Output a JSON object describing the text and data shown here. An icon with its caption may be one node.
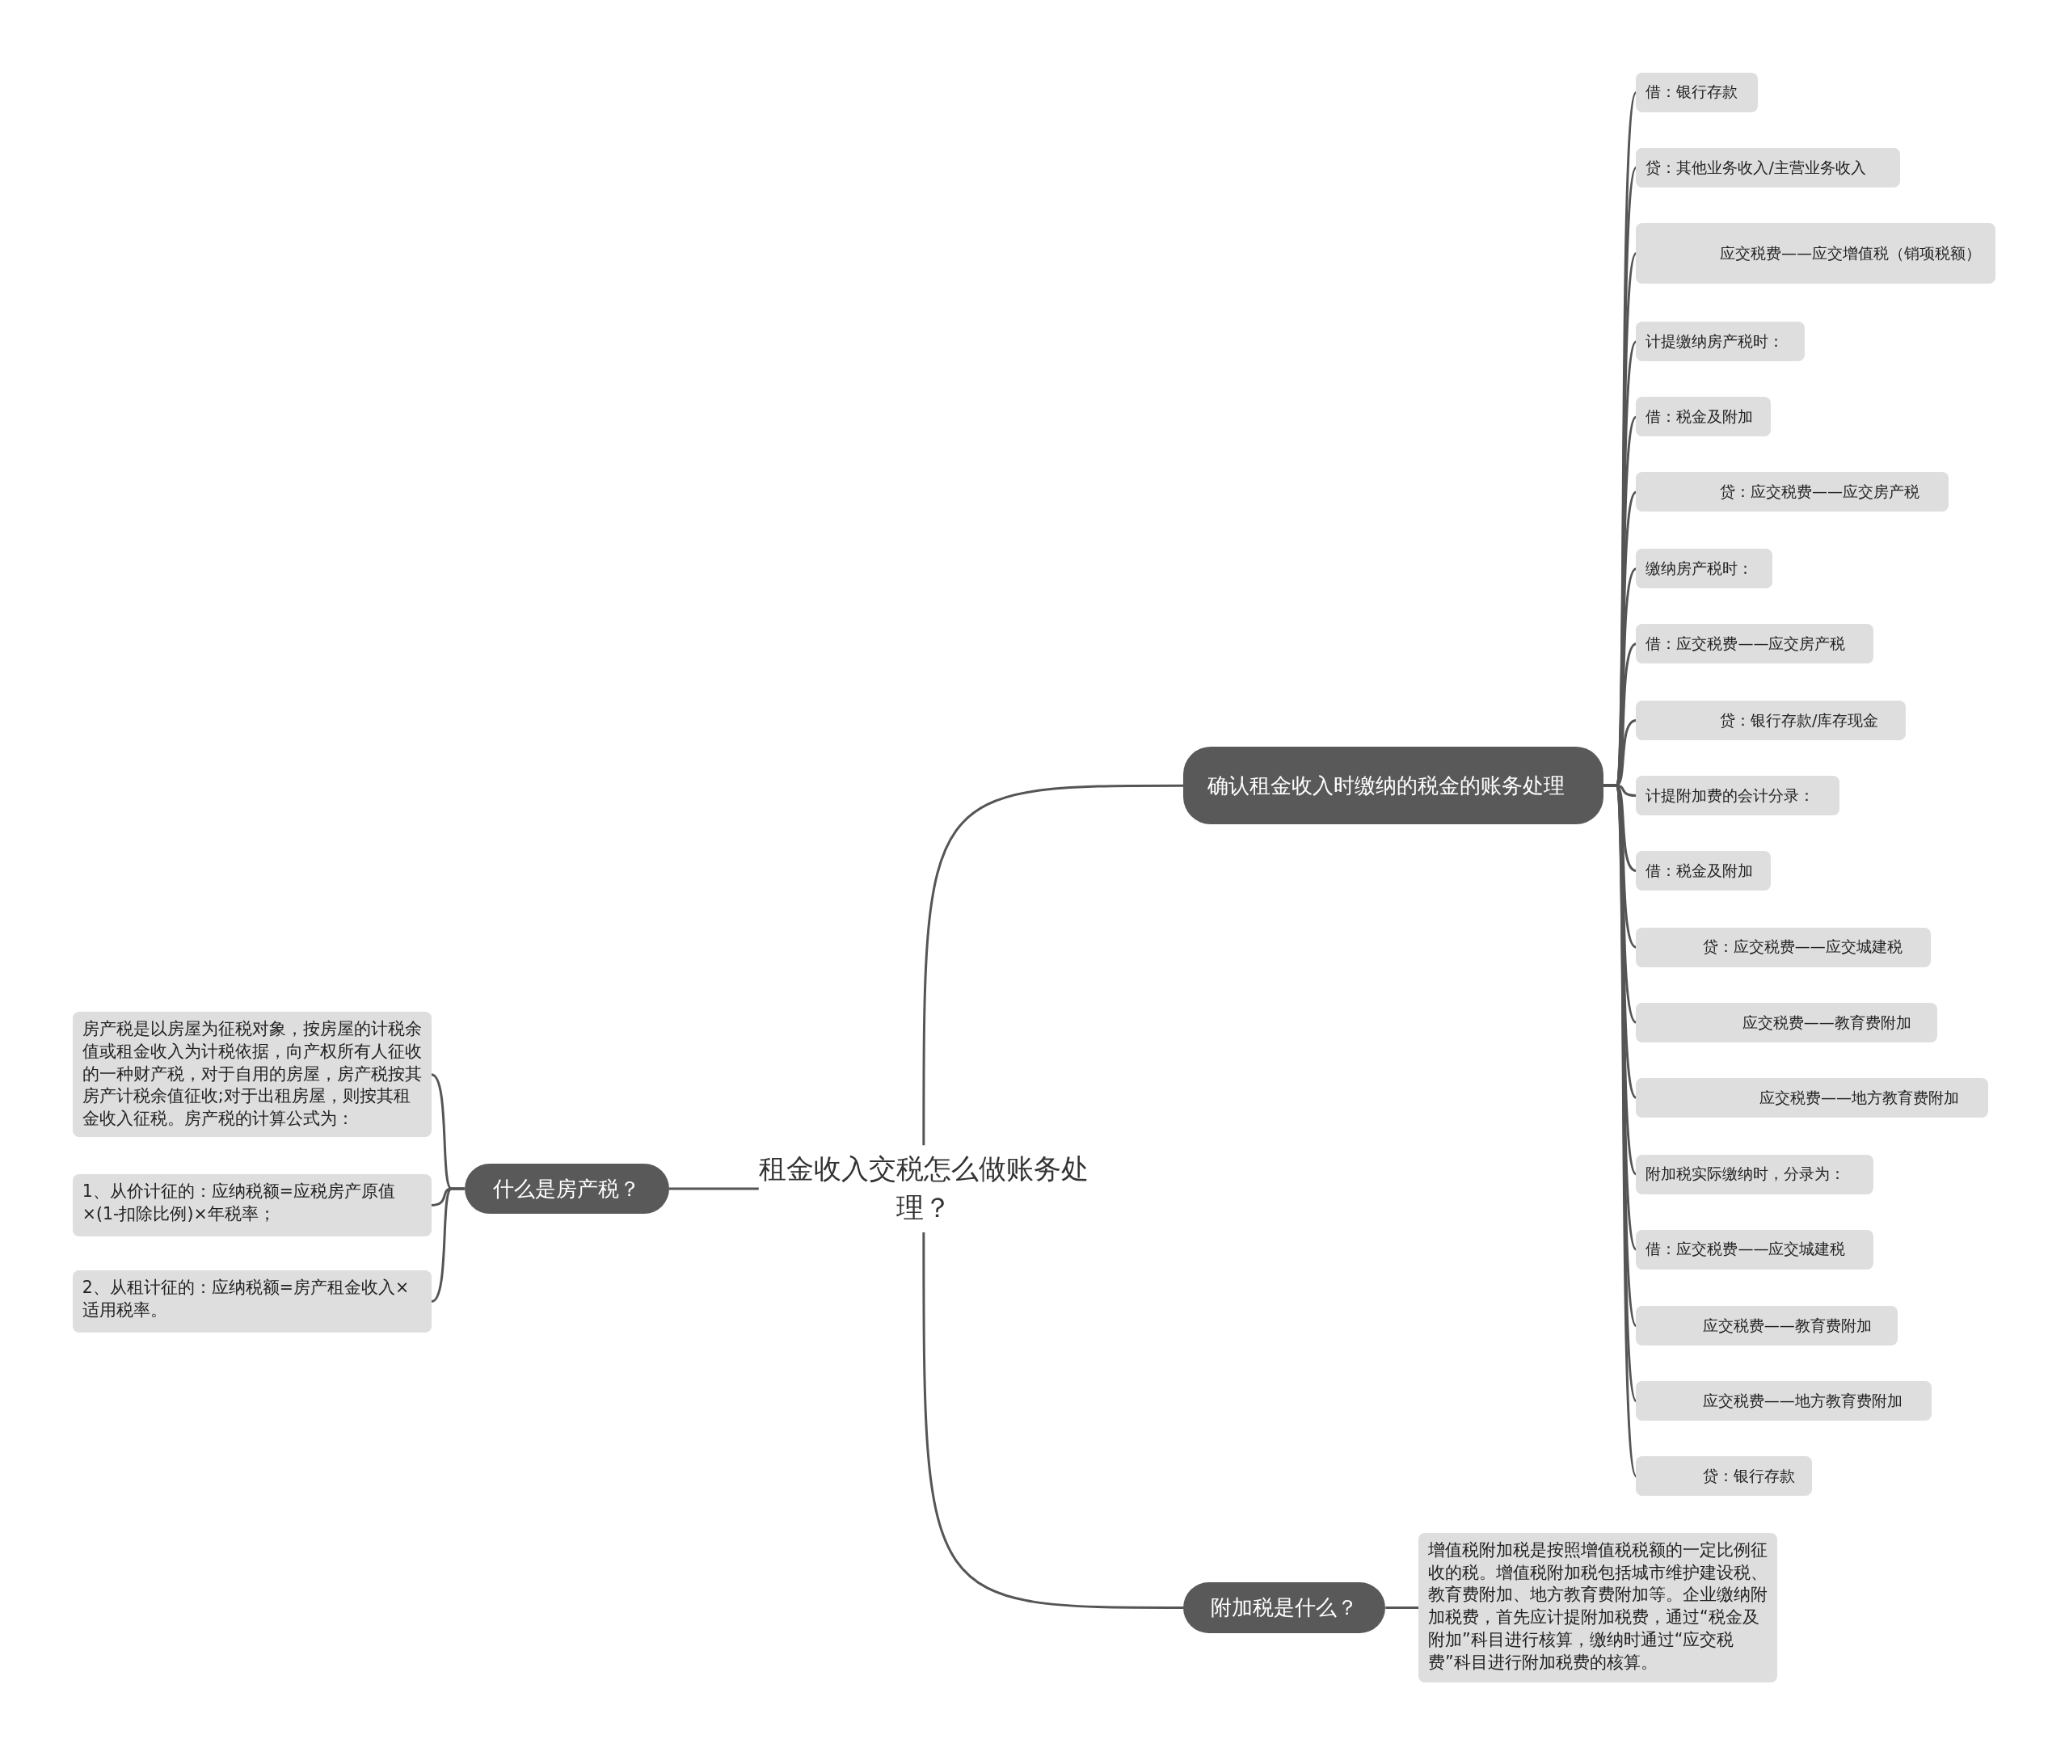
{
  "diagram": {
    "nodes": [
      {
        "text": [
          "租金收入交税怎么做账务处理？"
        ]
      },
      {
        "text": [
          "确认租金收入时缴纳的税金的账务处理"
        ]
      },
      {
        "text": [
          "借：银行存款"
        ]
      },
      {
        "text": [
          "贷：其他业务收入/主营业务收入"
        ]
      },
      {
        "text": [
          "应交税费——应交增值税（销项税额）"
        ]
      },
      {
        "text": [
          "计提缴纳房产税时："
        ]
      },
      {
        "text": [
          "借：税金及附加"
        ]
      },
      {
        "text": [
          "贷：应交税费——应交房产税"
        ]
      },
      {
        "text": [
          "缴纳房产税时："
        ]
      },
      {
        "text": [
          "借：应交税费——应交房产税"
        ]
      },
      {
        "text": [
          "贷：银行存款/库存现金"
        ]
      },
      {
        "text": [
          "计提附加费的会计分录："
        ]
      },
      {
        "text": [
          "借：税金及附加"
        ]
      },
      {
        "text": [
          "贷：应交税费——应交城建税"
        ]
      },
      {
        "text": [
          "应交税费——教育费附加"
        ]
      },
      {
        "text": [
          "应交税费——地方教育费附加"
        ]
      },
      {
        "text": [
          "附加税实际缴纳时，分录为："
        ]
      },
      {
        "text": [
          "借：应交税费——应交城建税"
        ]
      },
      {
        "text": [
          "应交税费——教育费附加"
        ]
      },
      {
        "text": [
          "应交税费——地方教育费附加"
        ]
      },
      {
        "text": [
          "贷：银行存款"
        ]
      },
      {
        "text": [
          "什么是房产税？"
        ]
      },
      {
        "text": [
          "房产税是以房屋为征税对象，按房屋的计税余值或租金收入为计税依据，向产权所有人征收的一种财产税，对于自用的房屋，房产税按其房产计税余值征收;对于出租房屋，则按其租金收入征税。房产税的计算公式为："
        ]
      },
      {
        "text": [
          "1、从价计征的：应纳税额=应税房产原值×(1-扣除比例)×年税率；"
        ]
      },
      {
        "text": [
          "2、从租计征的：应纳税额=房产租金收入×适用税率。"
        ]
      },
      {
        "text": [
          "附加税是什么？"
        ]
      },
      {
        "text": [
          "增值税附加税是按照增值税税额的一定比例征收的税。增值税附加税包括城市维护建设税、教育费附加、地方教育费附加等。企业缴纳附加税费，首先应计提附加税费，通过“税金及附加”科目进行核算，缴纳时通过“应交税费”科目进行附加税费的核算。"
        ]
      }
    ],
    "edges": [
      {
        "from": 0,
        "to": 1,
        "arrow": "none"
      },
      {
        "from": 1,
        "to": 2,
        "arrow": "none"
      },
      {
        "from": 1,
        "to": 3,
        "arrow": "none"
      },
      {
        "from": 1,
        "to": 4,
        "arrow": "none"
      },
      {
        "from": 1,
        "to": 5,
        "arrow": "none"
      },
      {
        "from": 1,
        "to": 6,
        "arrow": "none"
      },
      {
        "from": 1,
        "to": 7,
        "arrow": "none"
      },
      {
        "from": 1,
        "to": 8,
        "arrow": "none"
      },
      {
        "from": 1,
        "to": 9,
        "arrow": "none"
      },
      {
        "from": 1,
        "to": 10,
        "arrow": "none"
      },
      {
        "from": 1,
        "to": 11,
        "arrow": "none"
      },
      {
        "from": 1,
        "to": 12,
        "arrow": "none"
      },
      {
        "from": 1,
        "to": 13,
        "arrow": "none"
      },
      {
        "from": 1,
        "to": 14,
        "arrow": "none"
      },
      {
        "from": 1,
        "to": 15,
        "arrow": "none"
      },
      {
        "from": 1,
        "to": 16,
        "arrow": "none"
      },
      {
        "from": 1,
        "to": 17,
        "arrow": "none"
      },
      {
        "from": 1,
        "to": 18,
        "arrow": "none"
      },
      {
        "from": 1,
        "to": 19,
        "arrow": "none"
      },
      {
        "from": 1,
        "to": 20,
        "arrow": "none"
      },
      {
        "from": 0,
        "to": 21,
        "arrow": "none"
      },
      {
        "from": 21,
        "to": 22,
        "arrow": "none"
      },
      {
        "from": 21,
        "to": 23,
        "arrow": "none"
      },
      {
        "from": 21,
        "to": 24,
        "arrow": "none"
      },
      {
        "from": 0,
        "to": 25,
        "arrow": "none"
      },
      {
        "from": 25,
        "to": 26,
        "arrow": "none"
      }
    ]
  }
}
